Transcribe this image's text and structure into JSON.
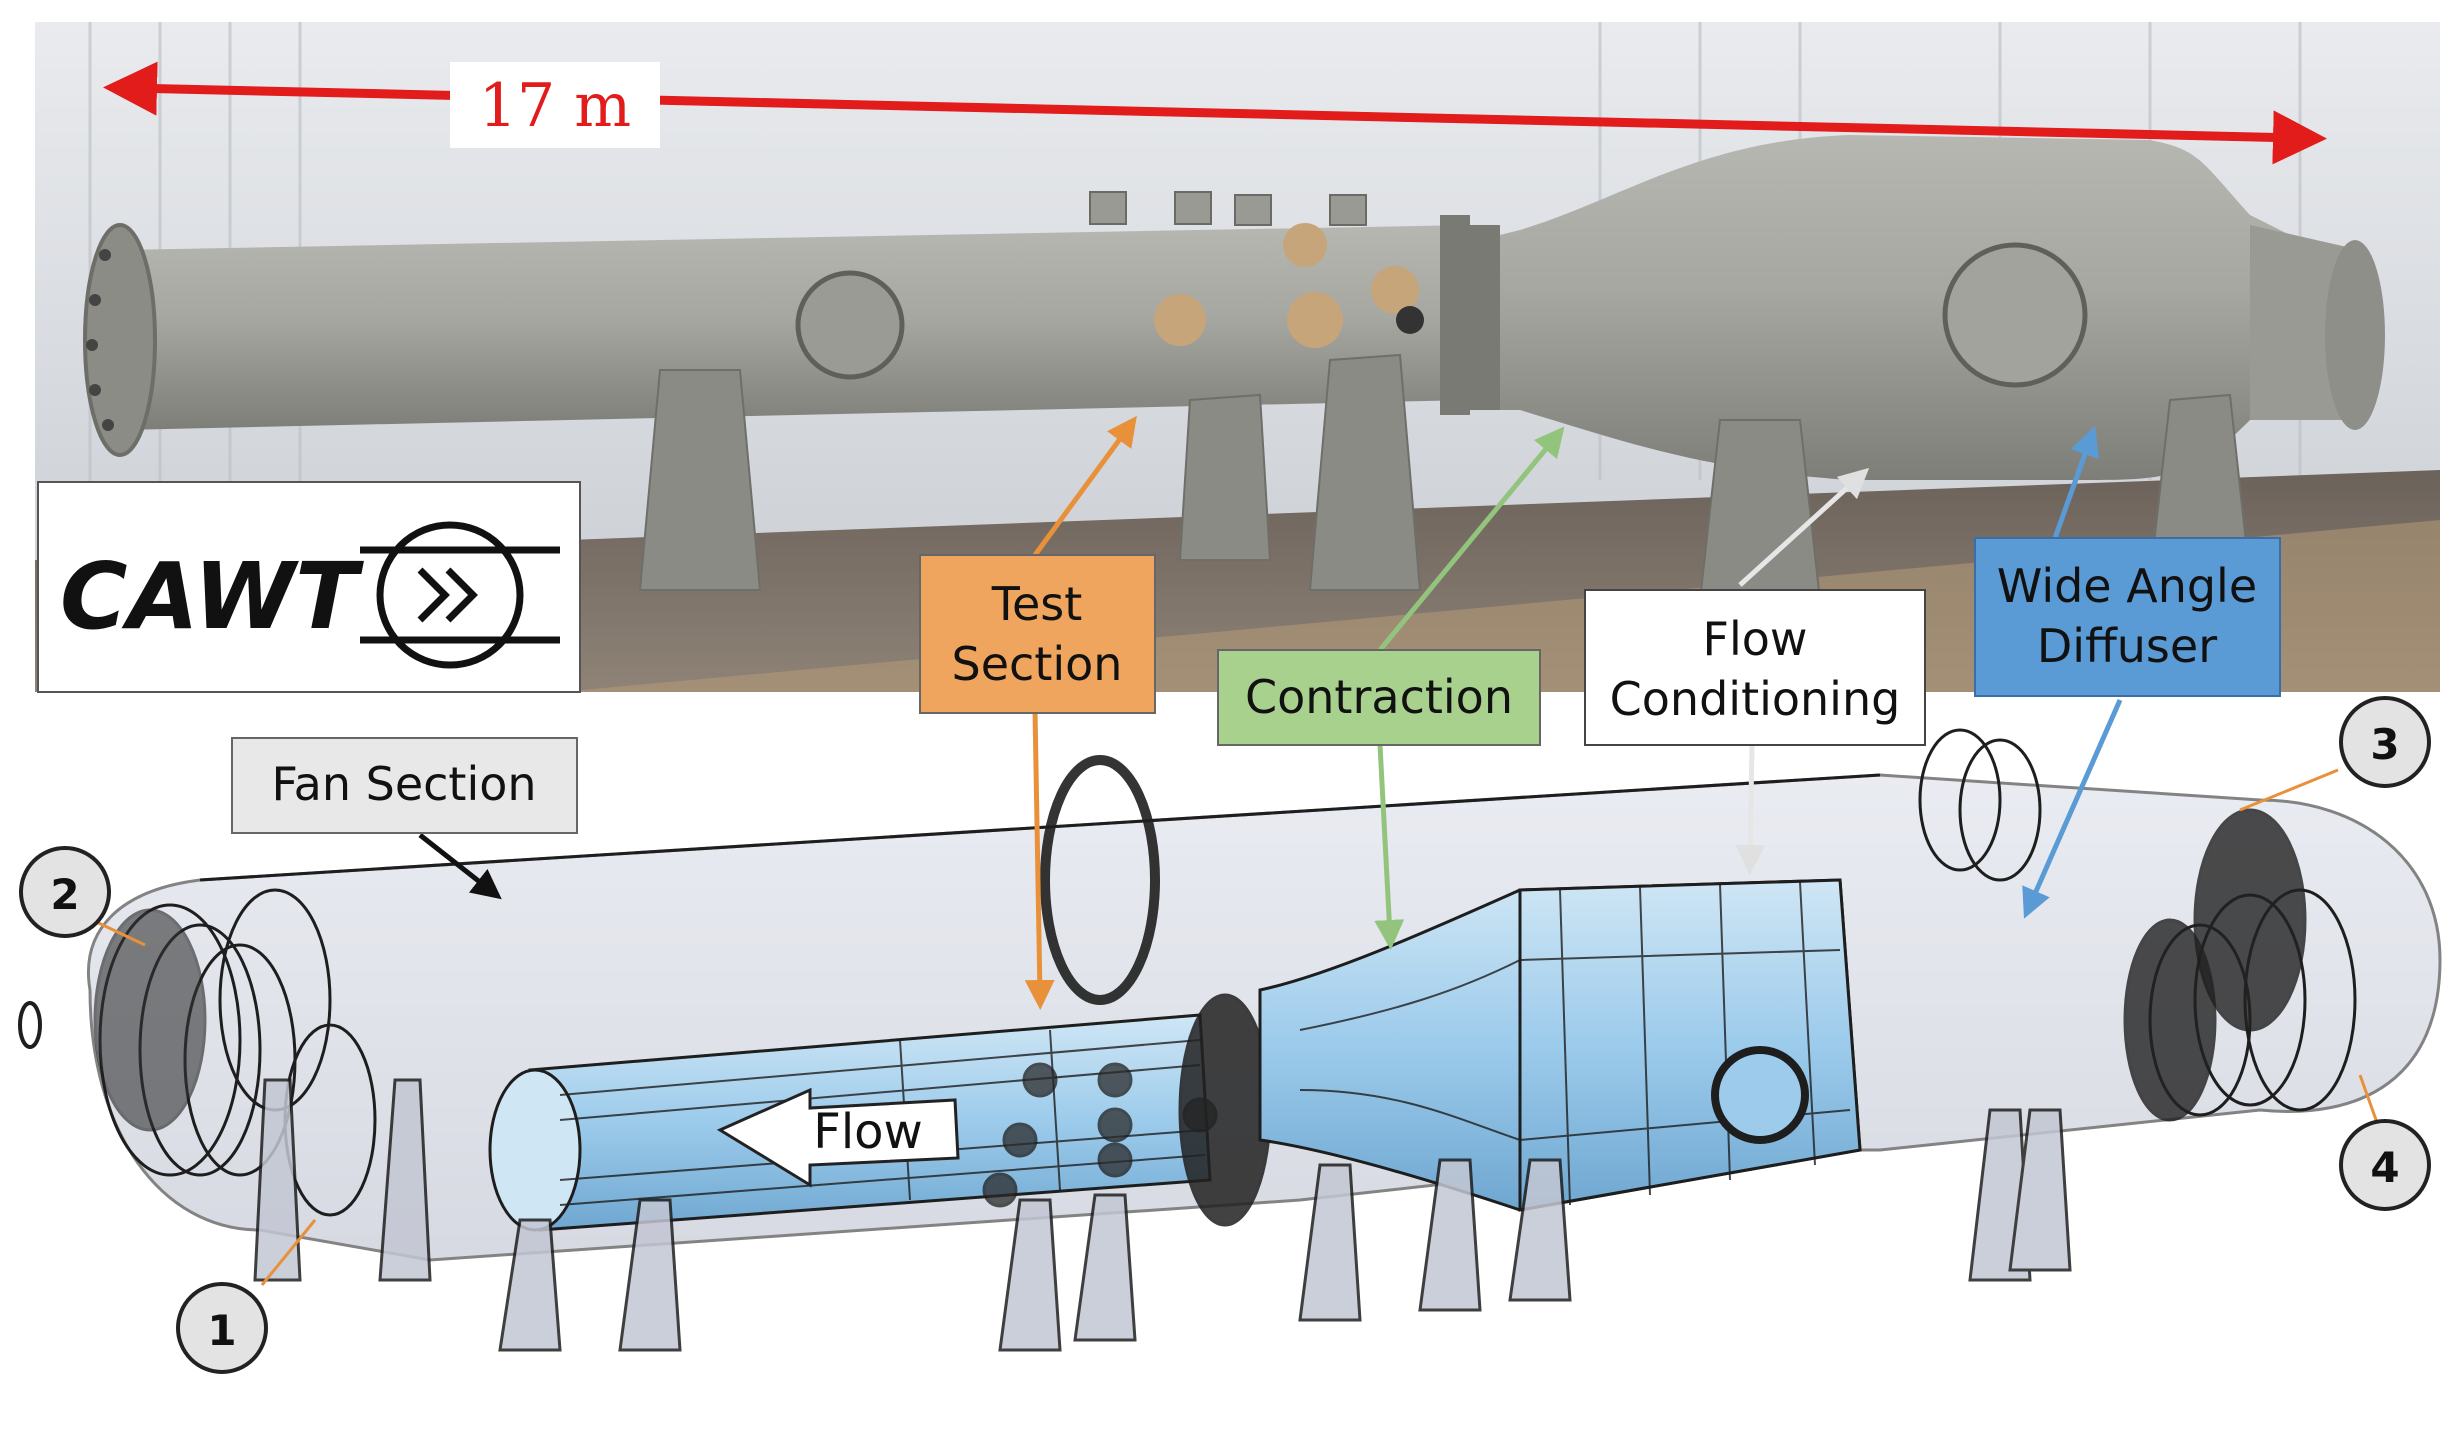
{
  "dimension": {
    "label": "17 m",
    "color": "#e21b1b"
  },
  "logo": {
    "text": "CAWT",
    "icon": "fan-chevron-icon"
  },
  "callouts": {
    "test_section": {
      "line1": "Test",
      "line2": "Section",
      "color": "#f0a55e",
      "arrow": "#e8913a"
    },
    "contraction": {
      "text": "Contraction",
      "color": "#a9d18e",
      "arrow": "#93c47d"
    },
    "flow_conditioning": {
      "line1": "Flow",
      "line2": "Conditioning",
      "color": "#ffffff",
      "arrow": "#d9d9d9"
    },
    "wide_angle_diffuser": {
      "line1": "Wide Angle",
      "line2": "Diffuser",
      "color": "#5b9bd5",
      "arrow": "#5b9bd5"
    },
    "fan_section": {
      "text": "Fan Section",
      "color": "#e8e8e8"
    }
  },
  "flow_label": "Flow",
  "markers": [
    "1",
    "2",
    "3",
    "4"
  ],
  "marker_line_color": "#e8913a"
}
